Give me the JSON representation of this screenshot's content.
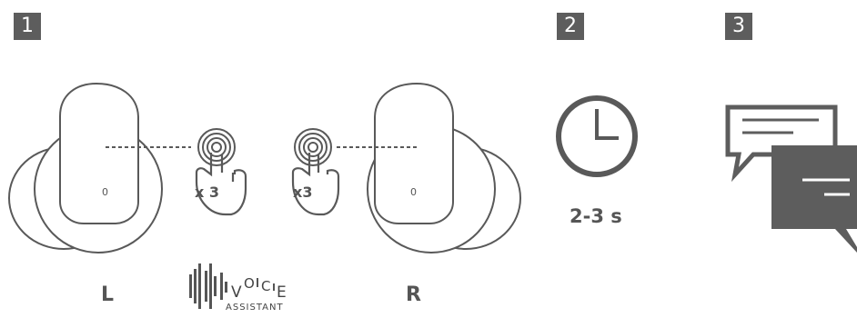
{
  "steps": [
    {
      "number": "1"
    },
    {
      "number": "2"
    },
    {
      "number": "3"
    }
  ],
  "earbuds": {
    "left_label": "L",
    "right_label": "R",
    "left_mark": "0",
    "right_mark": "0"
  },
  "gesture": {
    "left_tap_count": "x 3",
    "right_tap_count": "x3"
  },
  "timer": {
    "duration_text": "2-3 s"
  },
  "voice_assistant": {
    "v": "V",
    "o": "O",
    "c": "C",
    "e": "E",
    "subtitle": "ASSISTANT"
  },
  "colors": {
    "line": "#595959",
    "badge": "#5d5d5d",
    "bubble": "#5d5d5d"
  }
}
